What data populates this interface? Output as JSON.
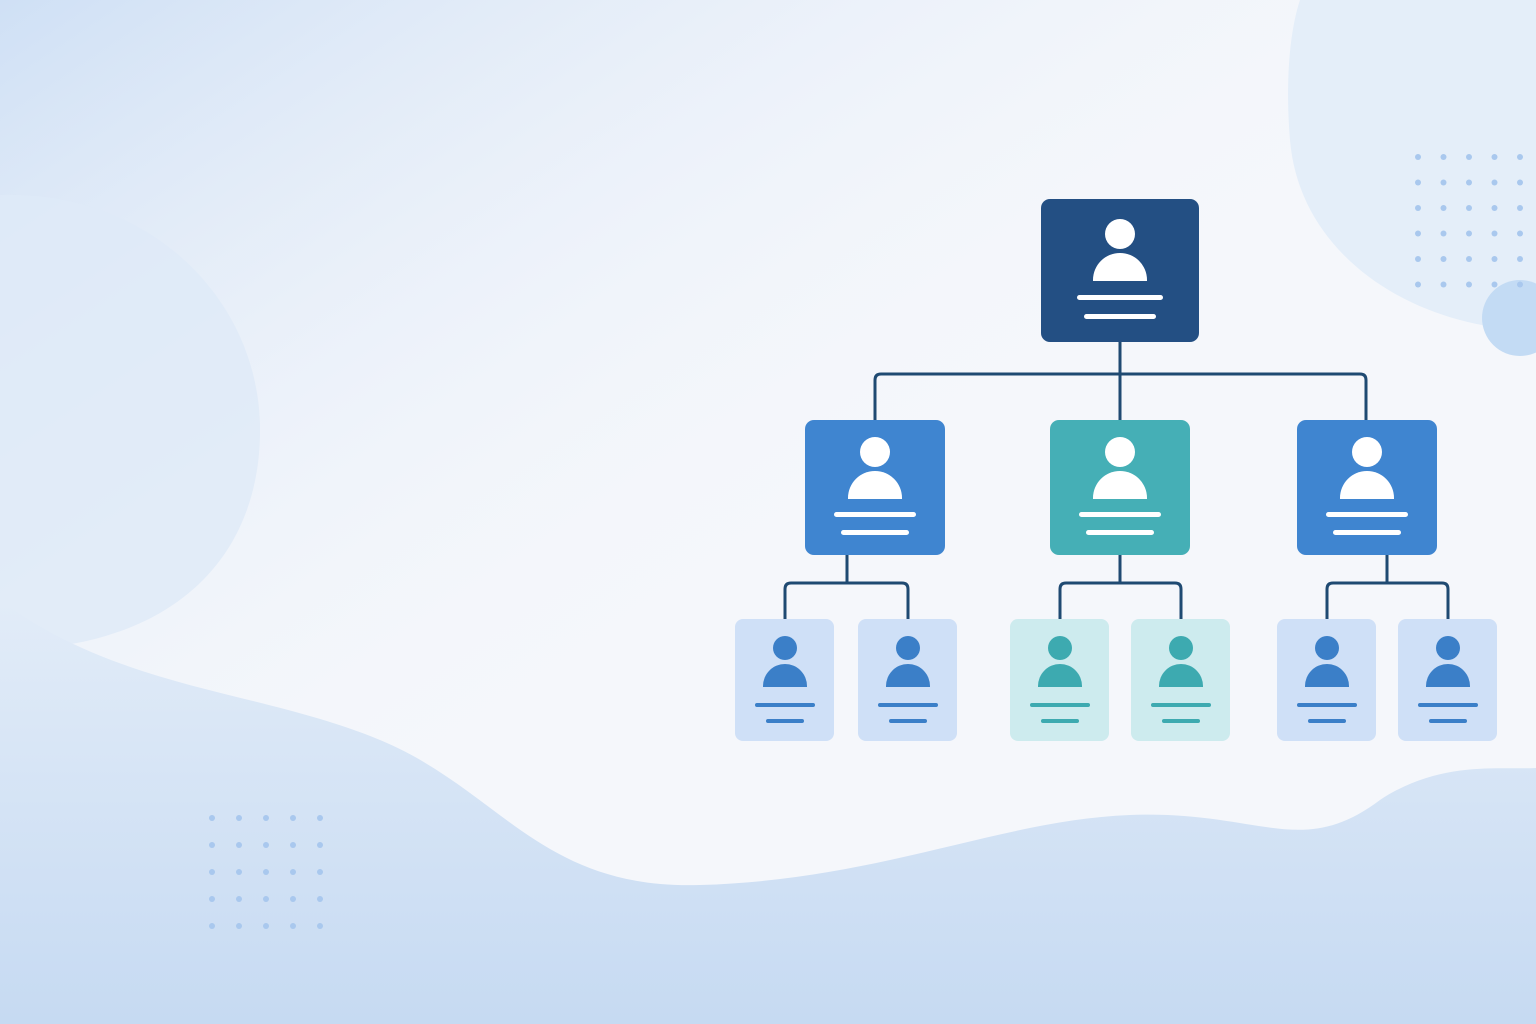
{
  "colors": {
    "background": "#f5f7fb",
    "blob_light": "#dce8f7",
    "blob_mid": "#c9dcf2",
    "dots": "#a9c8ee",
    "connector": "#1f4a72",
    "root": "#234f83",
    "blue": "#3f85d0",
    "teal": "#45afb6",
    "leaf_blue_bg": "#cfe0f7",
    "leaf_blue_fg": "#3b7fc8",
    "leaf_teal_bg": "#cdebee",
    "leaf_teal_fg": "#3daab0",
    "white": "#ffffff"
  },
  "diagram": {
    "type": "org-chart",
    "root": {
      "icon": "person-icon",
      "children": [
        {
          "icon": "person-icon",
          "theme": "blue",
          "children": [
            {
              "icon": "person-icon",
              "theme": "blue"
            },
            {
              "icon": "person-icon",
              "theme": "blue"
            }
          ]
        },
        {
          "icon": "person-icon",
          "theme": "teal",
          "children": [
            {
              "icon": "person-icon",
              "theme": "teal"
            },
            {
              "icon": "person-icon",
              "theme": "teal"
            }
          ]
        },
        {
          "icon": "person-icon",
          "theme": "blue",
          "children": [
            {
              "icon": "person-icon",
              "theme": "blue"
            },
            {
              "icon": "person-icon",
              "theme": "blue"
            }
          ]
        }
      ]
    }
  }
}
